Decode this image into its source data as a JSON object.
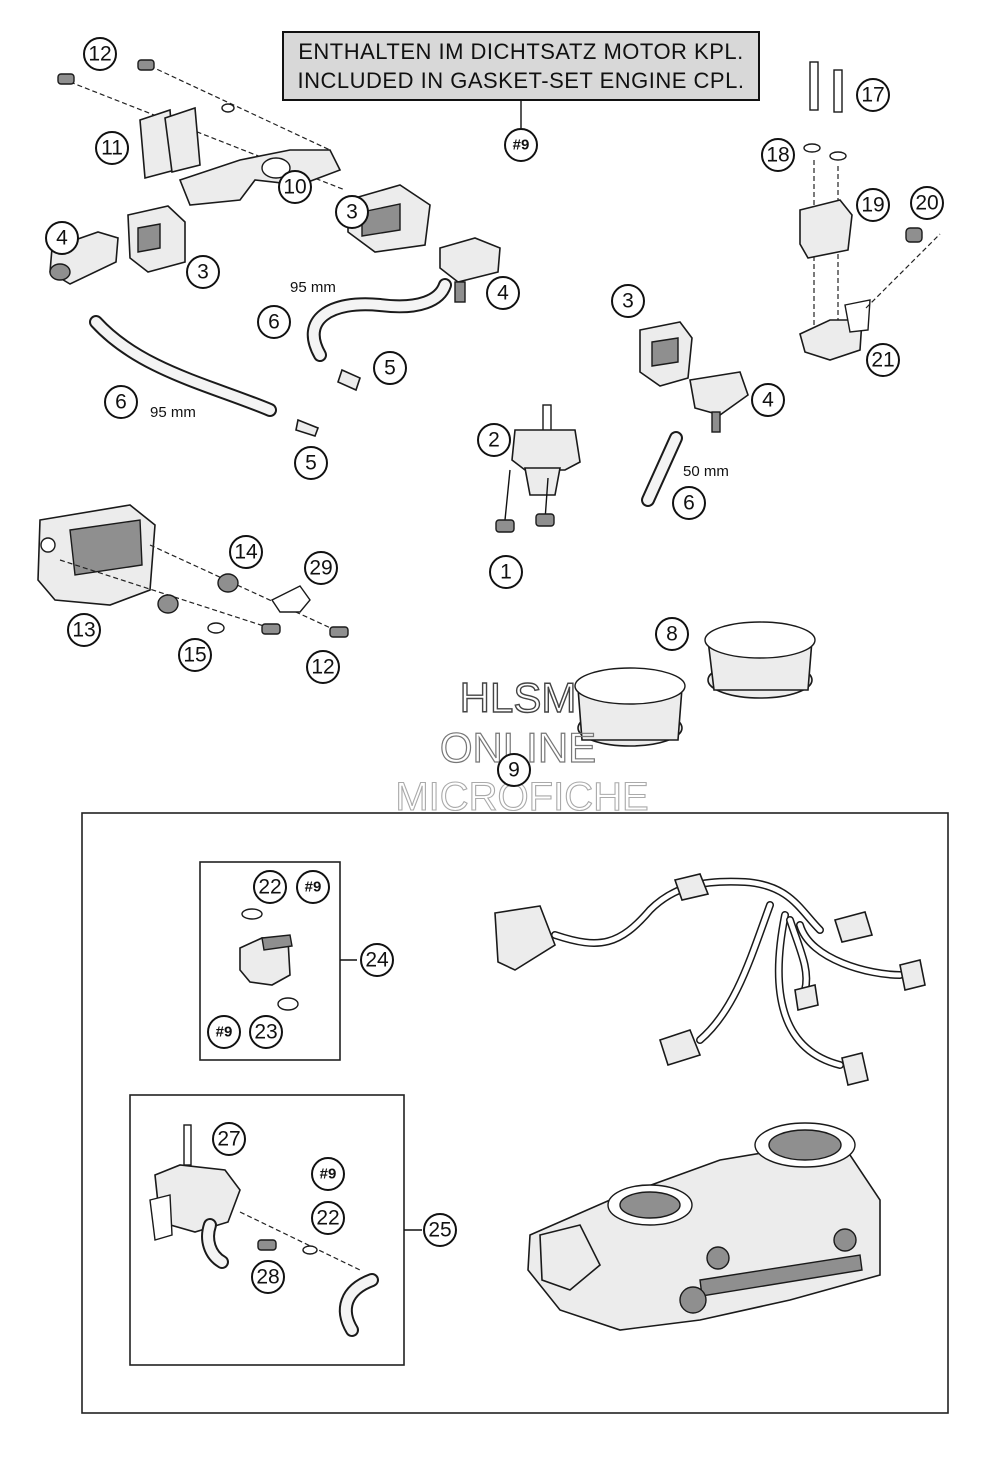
{
  "banner": {
    "line1": "ENTHALTEN IM DICHTSATZ MOTOR KPL.",
    "line2": "INCLUDED IN GASKET-SET ENGINE CPL.",
    "ref": "#9"
  },
  "watermark": {
    "line1": "HLSM",
    "line2": "ONLINE",
    "line3": "MICROFICHE"
  },
  "dimensions": {
    "hose_a": "95 mm",
    "hose_b": "95 mm",
    "hose_c": "50 mm"
  },
  "callouts": {
    "c1": "1",
    "c2": "2",
    "c3a": "3",
    "c3b": "3",
    "c3c": "3",
    "c4a": "4",
    "c4b": "4",
    "c4c": "4",
    "c5a": "5",
    "c5b": "5",
    "c6a": "6",
    "c6b": "6",
    "c6c": "6",
    "c8": "8",
    "c9": "9",
    "c10": "10",
    "c11": "11",
    "c12a": "12",
    "c12b": "12",
    "c13": "13",
    "c14": "14",
    "c15": "15",
    "c17": "17",
    "c18": "18",
    "c19": "19",
    "c20": "20",
    "c21": "21",
    "c22a": "22",
    "c22b": "22",
    "c23": "23",
    "c24": "24",
    "c25": "25",
    "c27": "27",
    "c28": "28",
    "c29": "29",
    "h9a": "#9",
    "h9b": "#9",
    "h9c": "#9",
    "h9d": "#9"
  }
}
